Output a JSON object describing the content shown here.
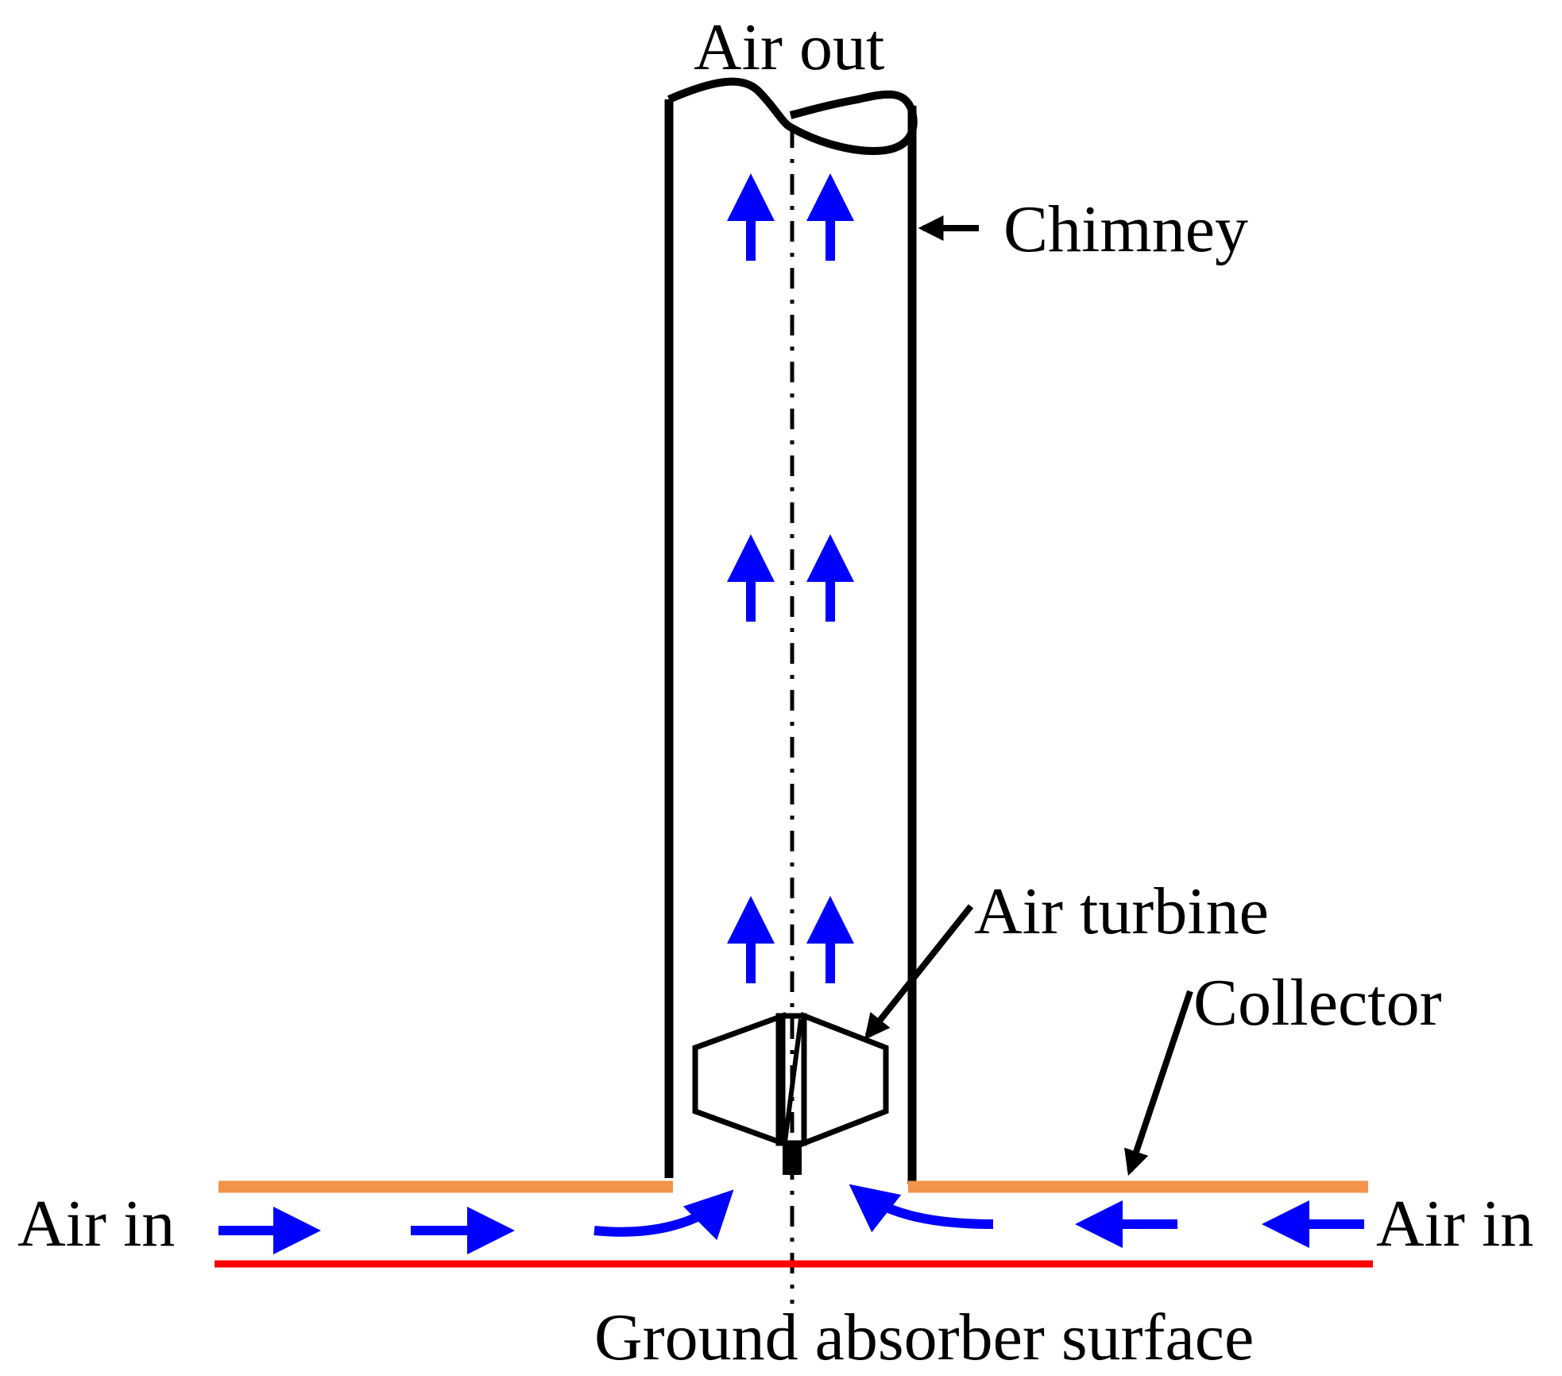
{
  "labels": {
    "air_out": "Air out",
    "chimney": "Chimney",
    "air_turbine": "Air turbine",
    "collector": "Collector",
    "air_in_left": "Air in",
    "air_in_right": "Air in",
    "ground_absorber": "Ground absorber surface"
  },
  "colors": {
    "structure": "#000000",
    "airflow": "#0000ff",
    "collector": "#f4934a",
    "ground": "#ff0000",
    "background": "#ffffff"
  }
}
